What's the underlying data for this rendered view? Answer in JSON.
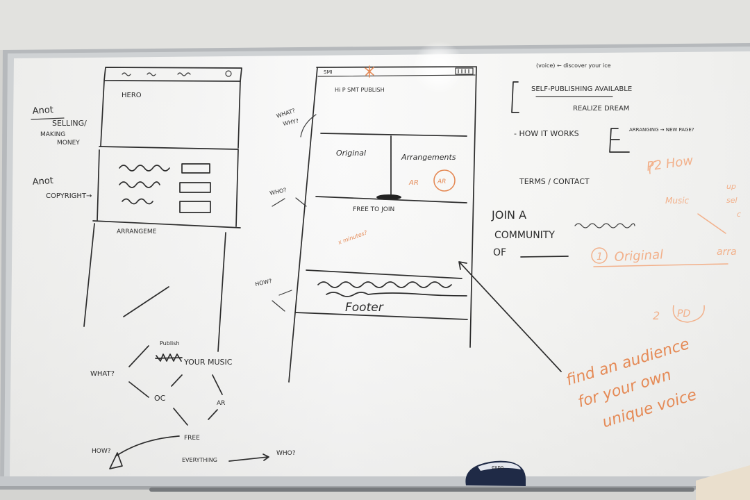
{
  "left_wireframe": {
    "hero_label": "HERO",
    "arrangement_label": "ARRANGEME"
  },
  "left_notes": {
    "note1": [
      "Anot",
      "SELLING/",
      "MAKING",
      "MONEY"
    ],
    "note2": [
      "Anot",
      "COPYRIGHT→"
    ]
  },
  "mind_map": {
    "publish": "Publish",
    "your_music": "YOUR MUSIC",
    "what": "WHAT?",
    "oc": "OC",
    "ar": "AR",
    "free": "FREE",
    "how": "HOW?",
    "everything": "EVERYTHING",
    "who": "WHO?"
  },
  "phone_wireframe": {
    "status_left": "SMI",
    "greeting": "Hi P SMT PUBLISH",
    "original": "Original",
    "arrangements": "Arrangements",
    "orange_tag_1": "AR",
    "orange_tag_2": "AR",
    "free_to_join": "FREE TO JOIN",
    "orange_note": "x minutes?",
    "footer": "Footer"
  },
  "phone_notes": {
    "what": "WHAT?",
    "why": "WHY?",
    "who": "WHO?",
    "how": "HOW?"
  },
  "right_notes": {
    "voice_note": "(voice) ← discover your ice",
    "self_publishing": "SELF-PUBLISHING AVAILABLE",
    "realize_dream": "REALIZE DREAM",
    "how_it_works": "- HOW IT WORKS",
    "arranging": "ARRANGING → NEW PAGE?",
    "terms_contact": "TERMS / CONTACT",
    "join": [
      "JOIN A",
      "COMMUNITY",
      "OF"
    ]
  },
  "orange_notes": {
    "p2_how": "P2 How",
    "music": "Music",
    "up": "up",
    "sell": "sel",
    "c": "c",
    "one": "1",
    "original": "Original",
    "arra": "arra",
    "two": "2",
    "pd": "PD",
    "find_audience": [
      "find an audience",
      "for your own",
      "unique voice"
    ]
  },
  "eraser": {
    "brand": "expo"
  },
  "colors": {
    "marker_black": "#2c2c2c",
    "marker_orange": "#e58a56",
    "board": "#fafafa",
    "frame": "#b6b9bc"
  }
}
